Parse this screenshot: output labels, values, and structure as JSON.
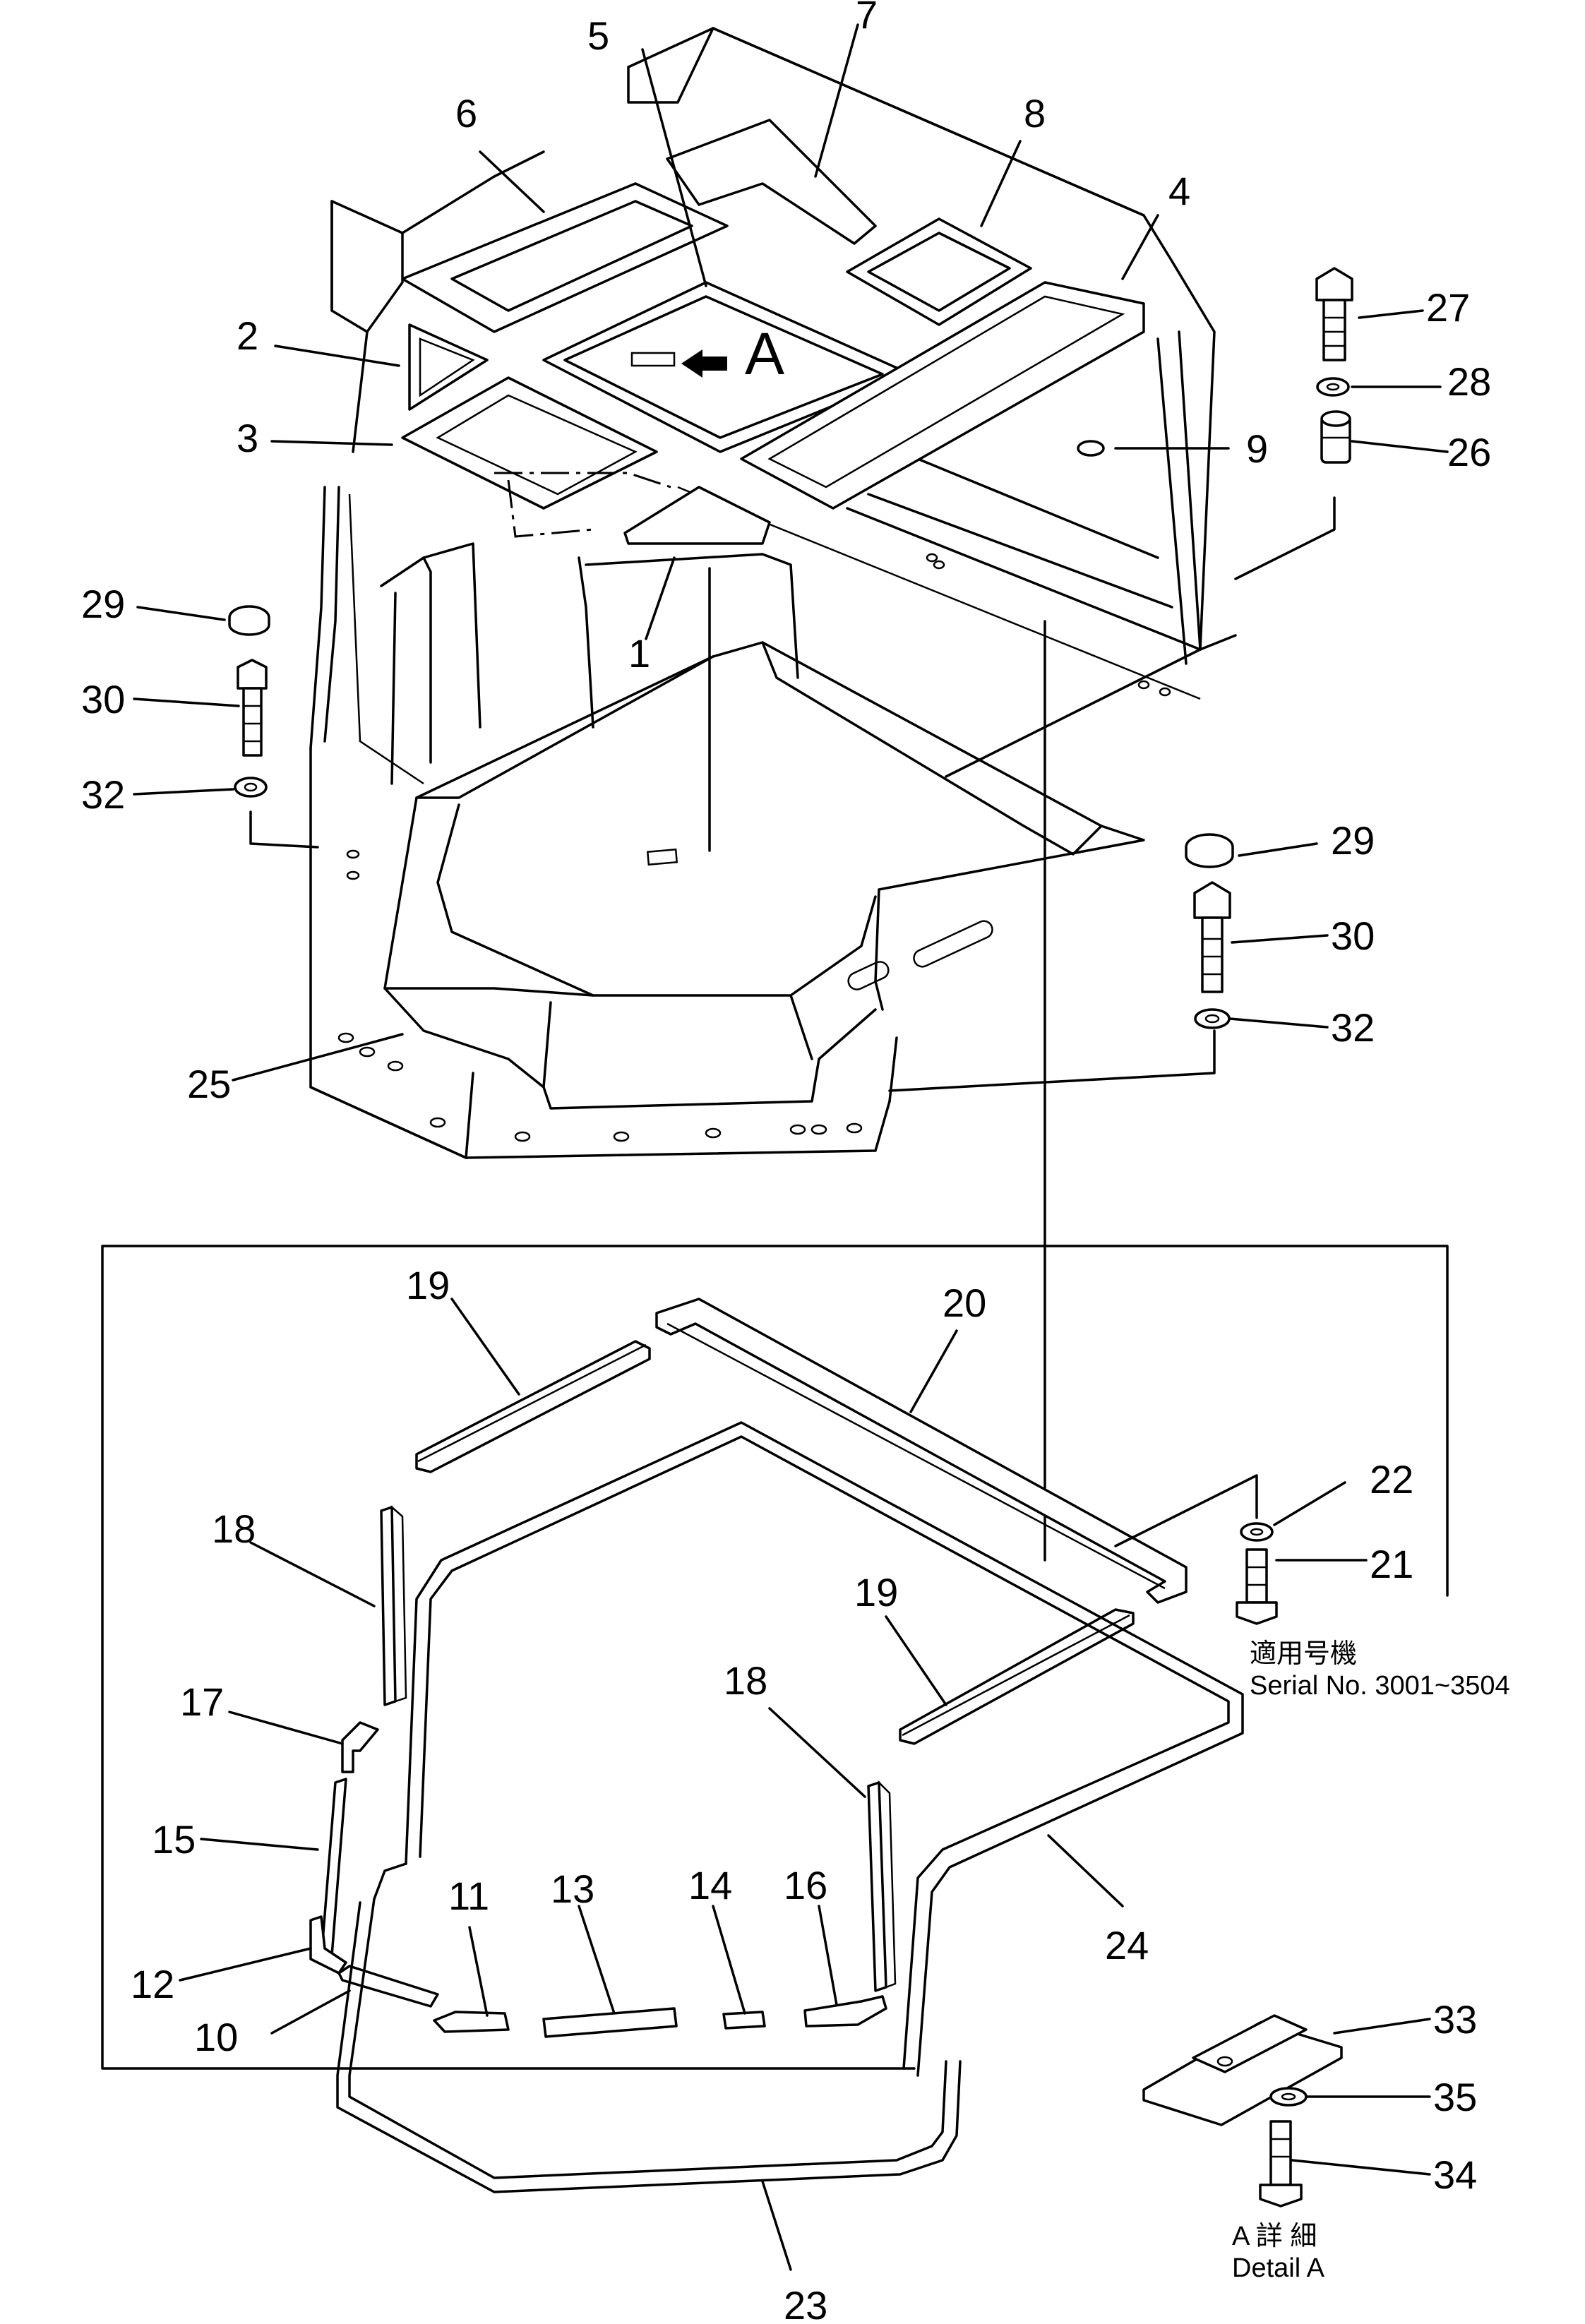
{
  "callouts": [
    {
      "id": "c1",
      "text": "1"
    },
    {
      "id": "c2",
      "text": "2"
    },
    {
      "id": "c3",
      "text": "3"
    },
    {
      "id": "c4",
      "text": "4"
    },
    {
      "id": "c5",
      "text": "5"
    },
    {
      "id": "c6",
      "text": "6"
    },
    {
      "id": "c7",
      "text": "7"
    },
    {
      "id": "c8",
      "text": "8"
    },
    {
      "id": "c9",
      "text": "9"
    },
    {
      "id": "c10",
      "text": "10"
    },
    {
      "id": "c11",
      "text": "11"
    },
    {
      "id": "c12",
      "text": "12"
    },
    {
      "id": "c13",
      "text": "13"
    },
    {
      "id": "c14",
      "text": "14"
    },
    {
      "id": "c15",
      "text": "15"
    },
    {
      "id": "c16",
      "text": "16"
    },
    {
      "id": "c17",
      "text": "17"
    },
    {
      "id": "c18a",
      "text": "18"
    },
    {
      "id": "c18b",
      "text": "18"
    },
    {
      "id": "c19a",
      "text": "19"
    },
    {
      "id": "c19b",
      "text": "19"
    },
    {
      "id": "c20",
      "text": "20"
    },
    {
      "id": "c21",
      "text": "21"
    },
    {
      "id": "c22",
      "text": "22"
    },
    {
      "id": "c23",
      "text": "23"
    },
    {
      "id": "c24",
      "text": "24"
    },
    {
      "id": "c25",
      "text": "25"
    },
    {
      "id": "c26",
      "text": "26"
    },
    {
      "id": "c27",
      "text": "27"
    },
    {
      "id": "c28",
      "text": "28"
    },
    {
      "id": "c29a",
      "text": "29"
    },
    {
      "id": "c29b",
      "text": "29"
    },
    {
      "id": "c30a",
      "text": "30"
    },
    {
      "id": "c30b",
      "text": "30"
    },
    {
      "id": "c32a",
      "text": "32"
    },
    {
      "id": "c32b",
      "text": "32"
    },
    {
      "id": "c33",
      "text": "33"
    },
    {
      "id": "c34",
      "text": "34"
    },
    {
      "id": "c35",
      "text": "35"
    }
  ],
  "view_marker": "A",
  "serial_note": {
    "jp": "適用号機",
    "en": "Serial  No.  3001~3504"
  },
  "detail_note": {
    "jp": "A  詳  細",
    "en": "Detail A"
  }
}
